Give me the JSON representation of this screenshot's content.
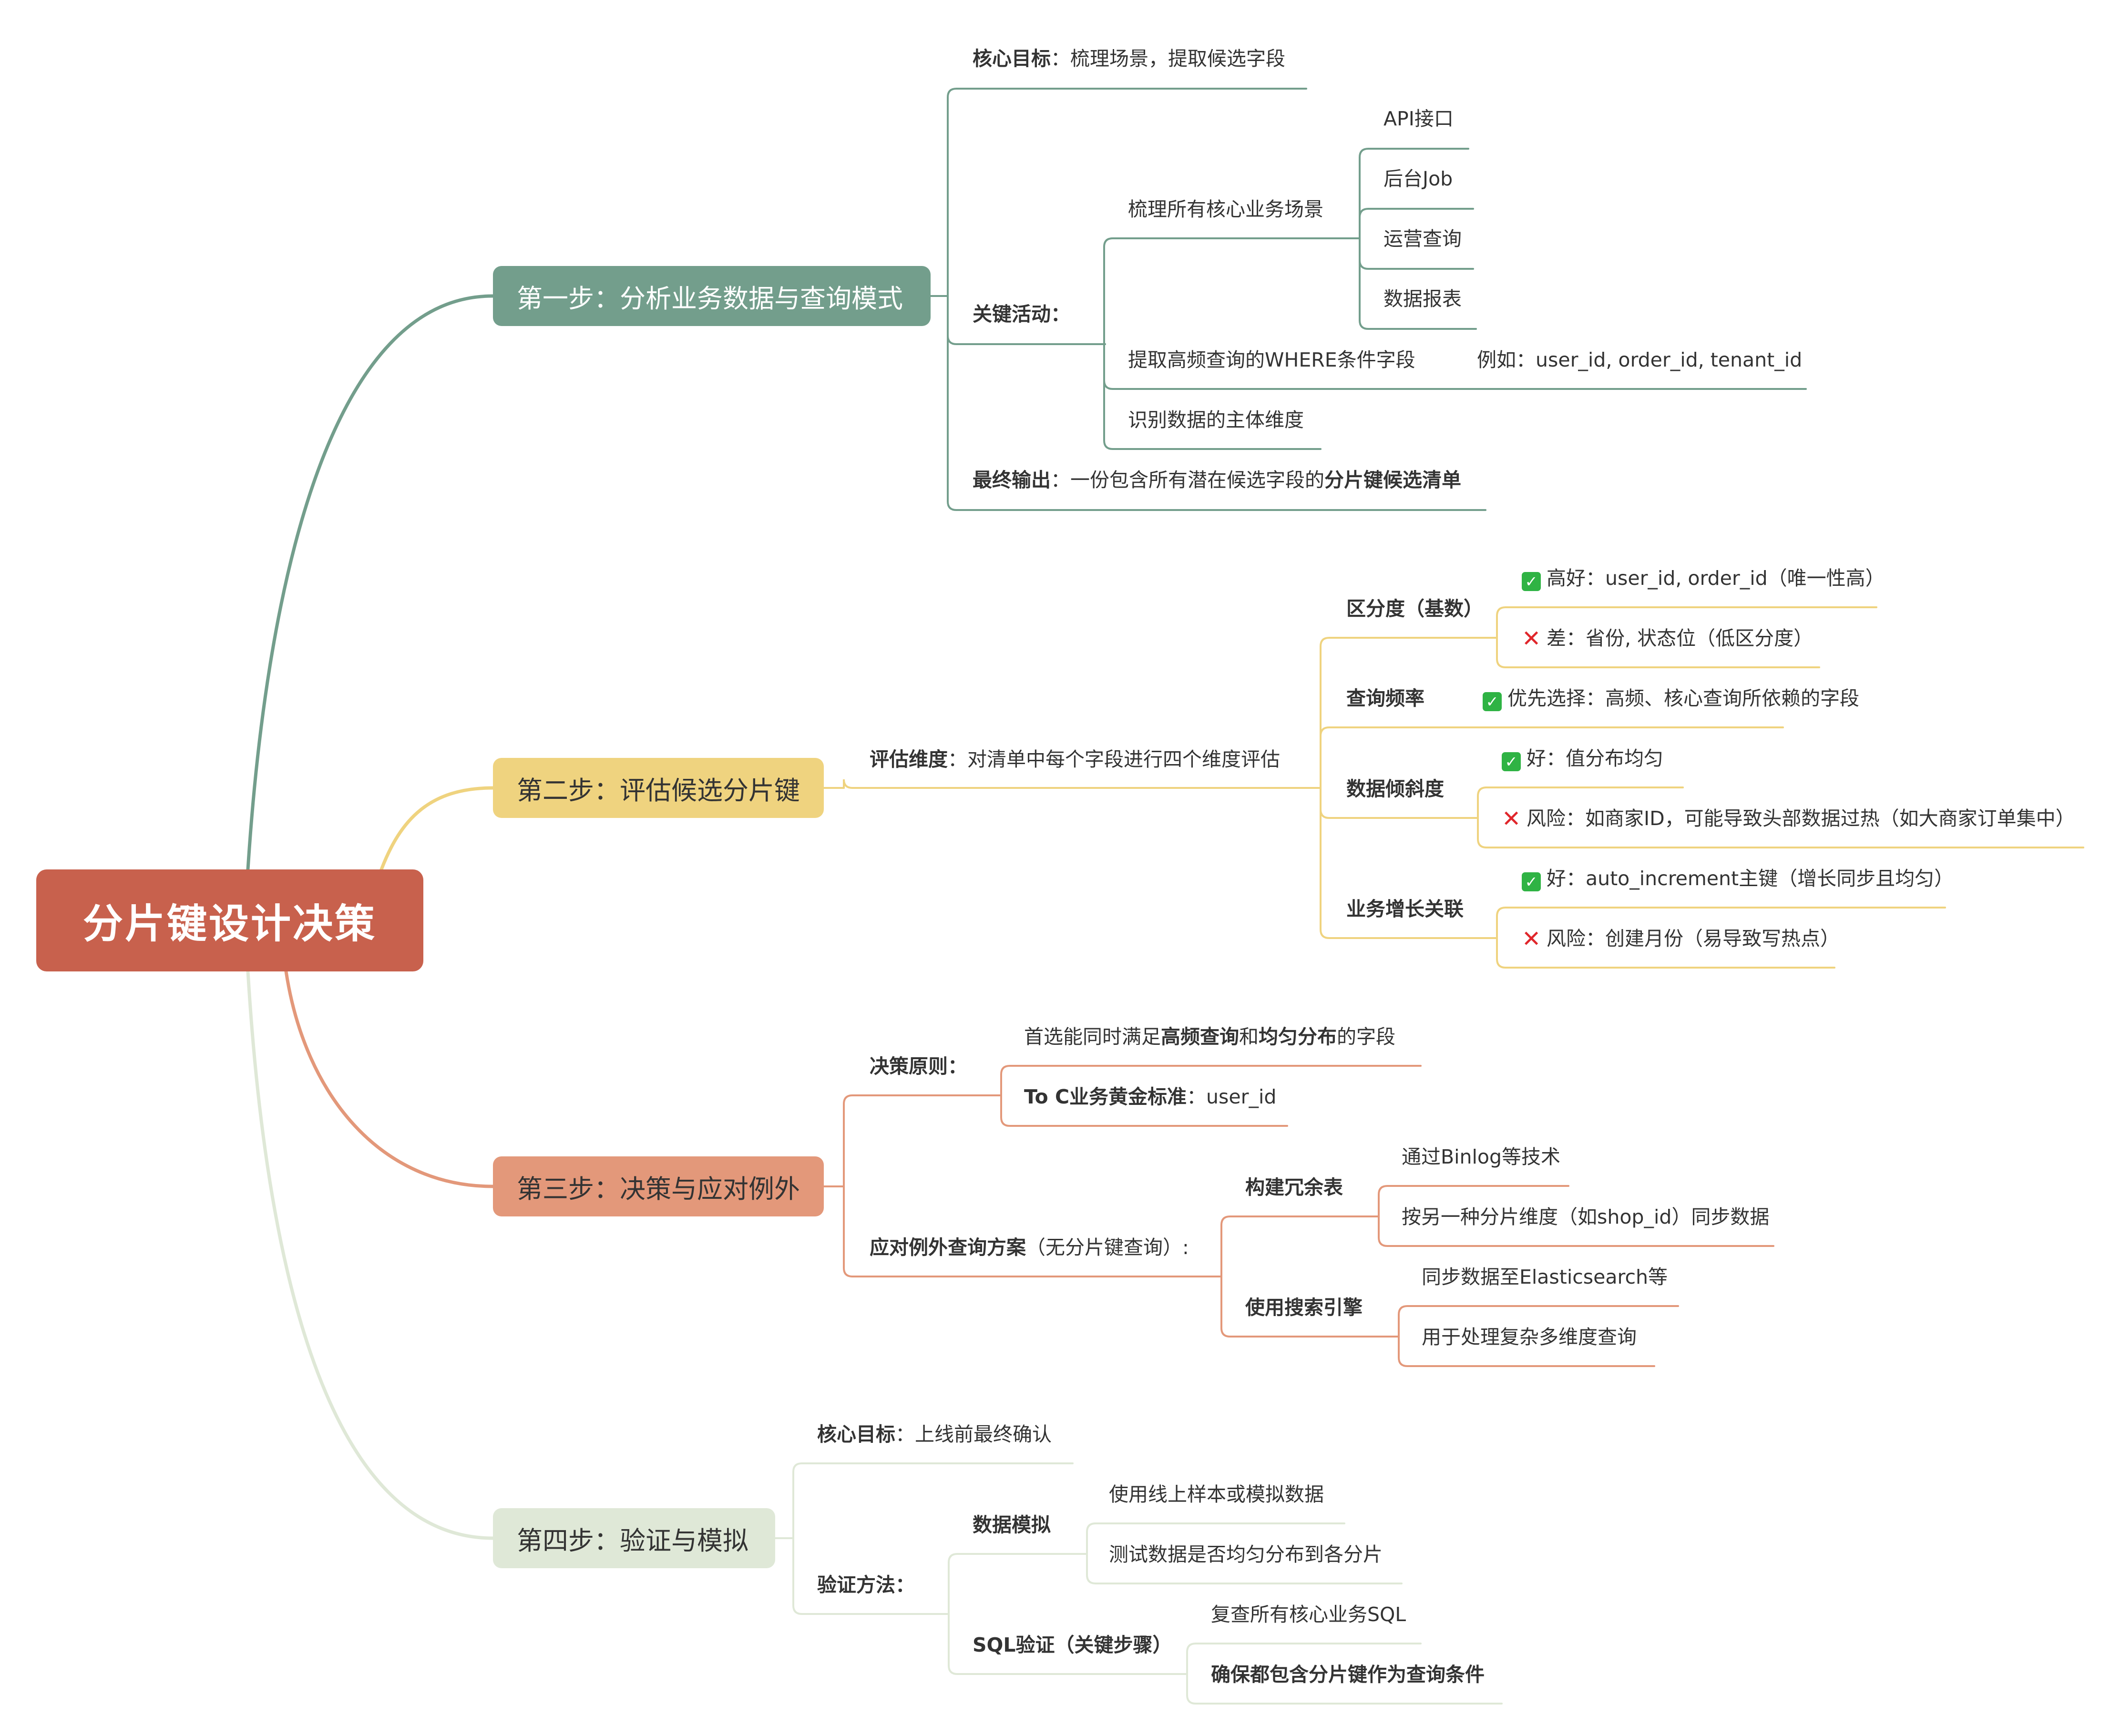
{
  "colors": {
    "root": "#c8614d",
    "step1": "#739e8c",
    "step2": "#efd37f",
    "step3": "#e3987a",
    "step4": "#dfe8d7"
  },
  "root": {
    "label": "分片键设计决策"
  },
  "step1": {
    "label": "第一步：分析业务数据与查询模式",
    "goal_key": "核心目标",
    "goal_val": "：梳理场景，提取候选字段",
    "activities_label": "关键活动：",
    "scenarios_label": "梳理所有核心业务场景",
    "scenarios": [
      "API接口",
      "后台Job",
      "运营查询",
      "数据报表"
    ],
    "where_label": "提取高频查询的WHERE条件字段",
    "where_example": "例如：user_id, order_id, tenant_id",
    "dimension_label": "识别数据的主体维度",
    "output_key": "最终输出",
    "output_mid": "：一份包含所有潜在候选字段的",
    "output_bold": "分片键候选清单"
  },
  "step2": {
    "label": "第二步：评估候选分片键",
    "eval_key": "评估维度",
    "eval_val": "：对清单中每个字段进行四个维度评估",
    "cardinality": {
      "label": "区分度（基数）",
      "good": "高好：user_id, order_id（唯一性高）",
      "bad": "差：省份, 状态位（低区分度）"
    },
    "frequency": {
      "label": "查询频率",
      "good": "优先选择：高频、核心查询所依赖的字段"
    },
    "skew": {
      "label": "数据倾斜度",
      "good": "好：值分布均匀",
      "bad": "风险：如商家ID，可能导致头部数据过热（如大商家订单集中）"
    },
    "growth": {
      "label": "业务增长关联",
      "good": "好：auto_increment主键（增长同步且均匀）",
      "bad": "风险：创建月份（易导致写热点）"
    }
  },
  "step3": {
    "label": "第三步：决策与应对例外",
    "principle_label": "决策原则：",
    "principle_pre": "首选能同时满足",
    "principle_b1": "高频查询",
    "principle_mid": "和",
    "principle_b2": "均匀分布",
    "principle_post": "的字段",
    "golden_key": "To C业务黄金标准",
    "golden_val": "：user_id",
    "exception_key": "应对例外查询方案",
    "exception_val": "（无分片键查询）:",
    "redundant_label": "构建冗余表",
    "redundant_items": [
      "通过Binlog等技术",
      "按另一种分片维度（如shop_id）同步数据"
    ],
    "search_label": "使用搜索引擎",
    "search_items": [
      "同步数据至Elasticsearch等",
      "用于处理复杂多维度查询"
    ]
  },
  "step4": {
    "label": "第四步：验证与模拟",
    "goal_key": "核心目标",
    "goal_val": "：上线前最终确认",
    "method_label": "验证方法：",
    "sim_label": "数据模拟",
    "sim_items": [
      "使用线上样本或模拟数据",
      "测试数据是否均匀分布到各分片"
    ],
    "sql_label": "SQL验证（关键步骤）",
    "sql_items": [
      "复查所有核心业务SQL",
      "确保都包含分片键作为查询条件"
    ]
  }
}
